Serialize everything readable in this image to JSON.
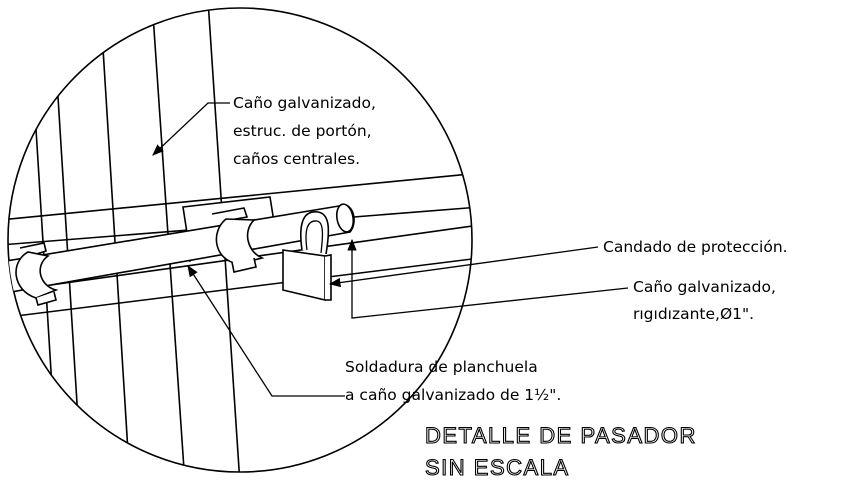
{
  "labels": {
    "cano_estructura": [
      "Caño galvanizado,",
      "estruc. de portón,",
      "caños centrales."
    ],
    "candado": "Candado de protección.",
    "cano_rigidizante": [
      "Caño galvanizado,",
      "rıgıdızante,Ø1\"."
    ],
    "soldadura": [
      "Soldadura de planchuela",
      "a caño galvanizado de 1½\"."
    ]
  },
  "title": {
    "line1": "DETALLE DE PASADOR",
    "line2": "SIN ESCALA"
  }
}
